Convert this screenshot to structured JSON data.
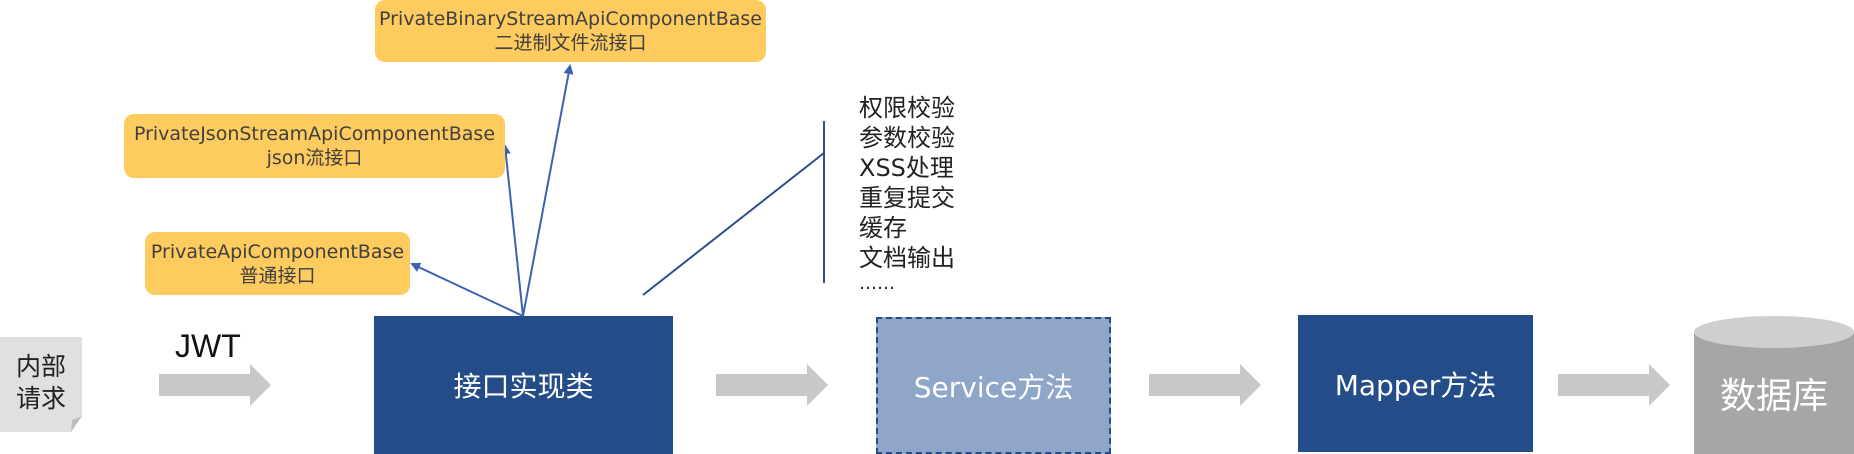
{
  "request": {
    "line1": "内部",
    "line2": "请求"
  },
  "jwt_label": "JWT",
  "impl_box": {
    "label": "接口实现类"
  },
  "service_box": {
    "label": "Service方法"
  },
  "mapper_box": {
    "label": "Mapper方法"
  },
  "database": {
    "label": "数据库"
  },
  "bases": [
    {
      "class_name": "PrivateBinaryStreamApiComponentBase",
      "desc": "二进制文件流接口"
    },
    {
      "class_name": "PrivateJsonStreamApiComponentBase",
      "desc": "json流接口"
    },
    {
      "class_name": "PrivateApiComponentBase",
      "desc": "普通接口"
    }
  ],
  "checks": [
    "权限校验",
    "参数校验",
    "XSS处理",
    "重复提交",
    "缓存",
    "文档输出",
    "……"
  ],
  "colors": {
    "yellow": "#FDCB5E",
    "dark_blue": "#244C88",
    "light_blue": "#8EA6C8",
    "gray_arrow": "#C8C8C8",
    "db_gray": "#A6A6A6"
  }
}
